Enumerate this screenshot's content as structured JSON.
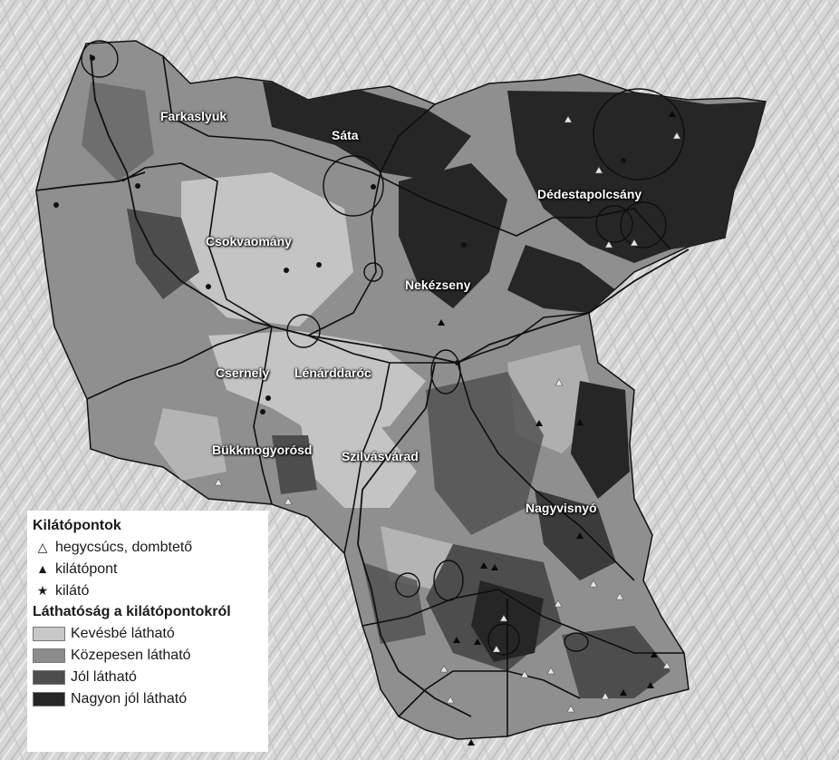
{
  "places": [
    {
      "id": "farkaslyuk",
      "label": "Farkaslyuk"
    },
    {
      "id": "sata",
      "label": "Sáta"
    },
    {
      "id": "dedestapolcsany",
      "label": "Dédestapolcsány"
    },
    {
      "id": "csokvaomany",
      "label": "Csokvaomány"
    },
    {
      "id": "nekezseny",
      "label": "Nekézseny"
    },
    {
      "id": "csernely",
      "label": "Csernely"
    },
    {
      "id": "lenarddaroc",
      "label": "Lénárddaróc"
    },
    {
      "id": "bukkmogyorosd",
      "label": "Bükkmogyorósd"
    },
    {
      "id": "szilvasvarad",
      "label": "Szilvásvárad"
    },
    {
      "id": "nagyvisnyo",
      "label": "Nagyvisnyó"
    }
  ],
  "legend": {
    "points_title": "Kilátópontok",
    "point_types": [
      {
        "symbol": "△",
        "label": "hegycsúcs, dombtető"
      },
      {
        "symbol": "▲",
        "label": "kilátópont"
      },
      {
        "symbol": "★",
        "label": "kilátó"
      }
    ],
    "visibility_title": "Láthatóság a kilátópontokról",
    "visibility_classes": [
      {
        "label": "Kevésbé látható",
        "color": "#c8c8c8"
      },
      {
        "label": "Közepesen látható",
        "color": "#8c8c8c"
      },
      {
        "label": "Jól látható",
        "color": "#4d4d4d"
      },
      {
        "label": "Nagyon jól látható",
        "color": "#262626"
      }
    ]
  },
  "colors": {
    "background_hillshade": "#d9d9d9",
    "region_fill": "#8f8f8f",
    "less_visible": "#c8c8c8",
    "well_visible": "#4d4d4d",
    "very_well_visible": "#262626",
    "boundary": "#111111"
  }
}
